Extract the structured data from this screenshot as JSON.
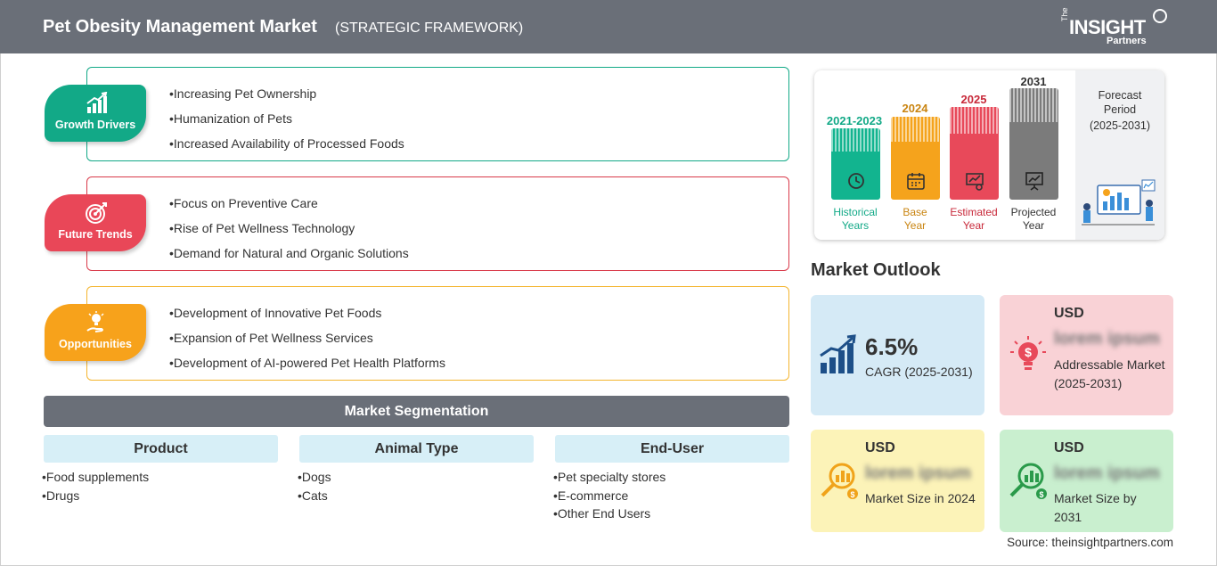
{
  "header": {
    "title": "Pet Obesity Management Market",
    "subtitle": "(STRATEGIC FRAMEWORK)",
    "logo": {
      "the": "The",
      "insight": "INSIGHT",
      "partners": "Partners"
    }
  },
  "framework": {
    "growth_drivers": {
      "label": "Growth Drivers",
      "color": "#12a987",
      "items": [
        "Increasing Pet Ownership",
        "Humanization of Pets",
        "Increased Availability of Processed Foods"
      ]
    },
    "future_trends": {
      "label": "Future Trends",
      "color": "#e94758",
      "items": [
        "Focus on Preventive Care",
        "Rise of Pet Wellness Technology",
        "Demand for Natural and Organic Solutions"
      ]
    },
    "opportunities": {
      "label": "Opportunities",
      "color": "#f7a21b",
      "items": [
        "Development of Innovative Pet Foods",
        "Expansion of Pet Wellness Services",
        "Development of AI-powered Pet Health Platforms"
      ]
    }
  },
  "segmentation": {
    "title": "Market Segmentation",
    "columns": [
      {
        "header": "Product",
        "items": [
          "Food supplements",
          "Drugs"
        ]
      },
      {
        "header": "Animal Type",
        "items": [
          "Dogs",
          "Cats"
        ]
      },
      {
        "header": "End-User",
        "items": [
          "Pet specialty stores",
          "E-commerce",
          "Other End Users"
        ]
      }
    ]
  },
  "timeline": {
    "bars": [
      {
        "year": "2021-2023",
        "label_line1": "Historical",
        "label_line2": "Years",
        "color": "#12b48f",
        "icon": "history-clock-icon"
      },
      {
        "year": "2024",
        "label_line1": "Base",
        "label_line2": "Year",
        "color": "#f5a31c",
        "icon": "calendar-icon"
      },
      {
        "year": "2025",
        "label_line1": "Estimated",
        "label_line2": "Year",
        "color": "#e8495a",
        "icon": "gear-chart-icon"
      },
      {
        "year": "2031",
        "label_line1": "Projected",
        "label_line2": "Year",
        "color": "#7b7b7b",
        "icon": "presentation-chart-icon"
      }
    ],
    "forecast": {
      "line1": "Forecast",
      "line2": "Period",
      "line3": "(2025-2031)"
    }
  },
  "outlook": {
    "title": "Market Outlook",
    "cagr": {
      "value": "6.5%",
      "label": "CAGR (2025-2031)",
      "bg": "#d5eaf6"
    },
    "addressable": {
      "usd": "USD",
      "value": "lorem ipsum",
      "label": "Addressable Market (2025-2031)",
      "bg": "#f9d2d6"
    },
    "size_2024": {
      "usd": "USD",
      "value": "lorem ipsum",
      "label": "Market Size in 2024",
      "bg": "#fcf3b8"
    },
    "size_2031": {
      "usd": "USD",
      "value": "lorem ipsum",
      "label": "Market Size by 2031",
      "bg": "#c9efcf"
    }
  },
  "source": "Source: theinsightpartners.com"
}
